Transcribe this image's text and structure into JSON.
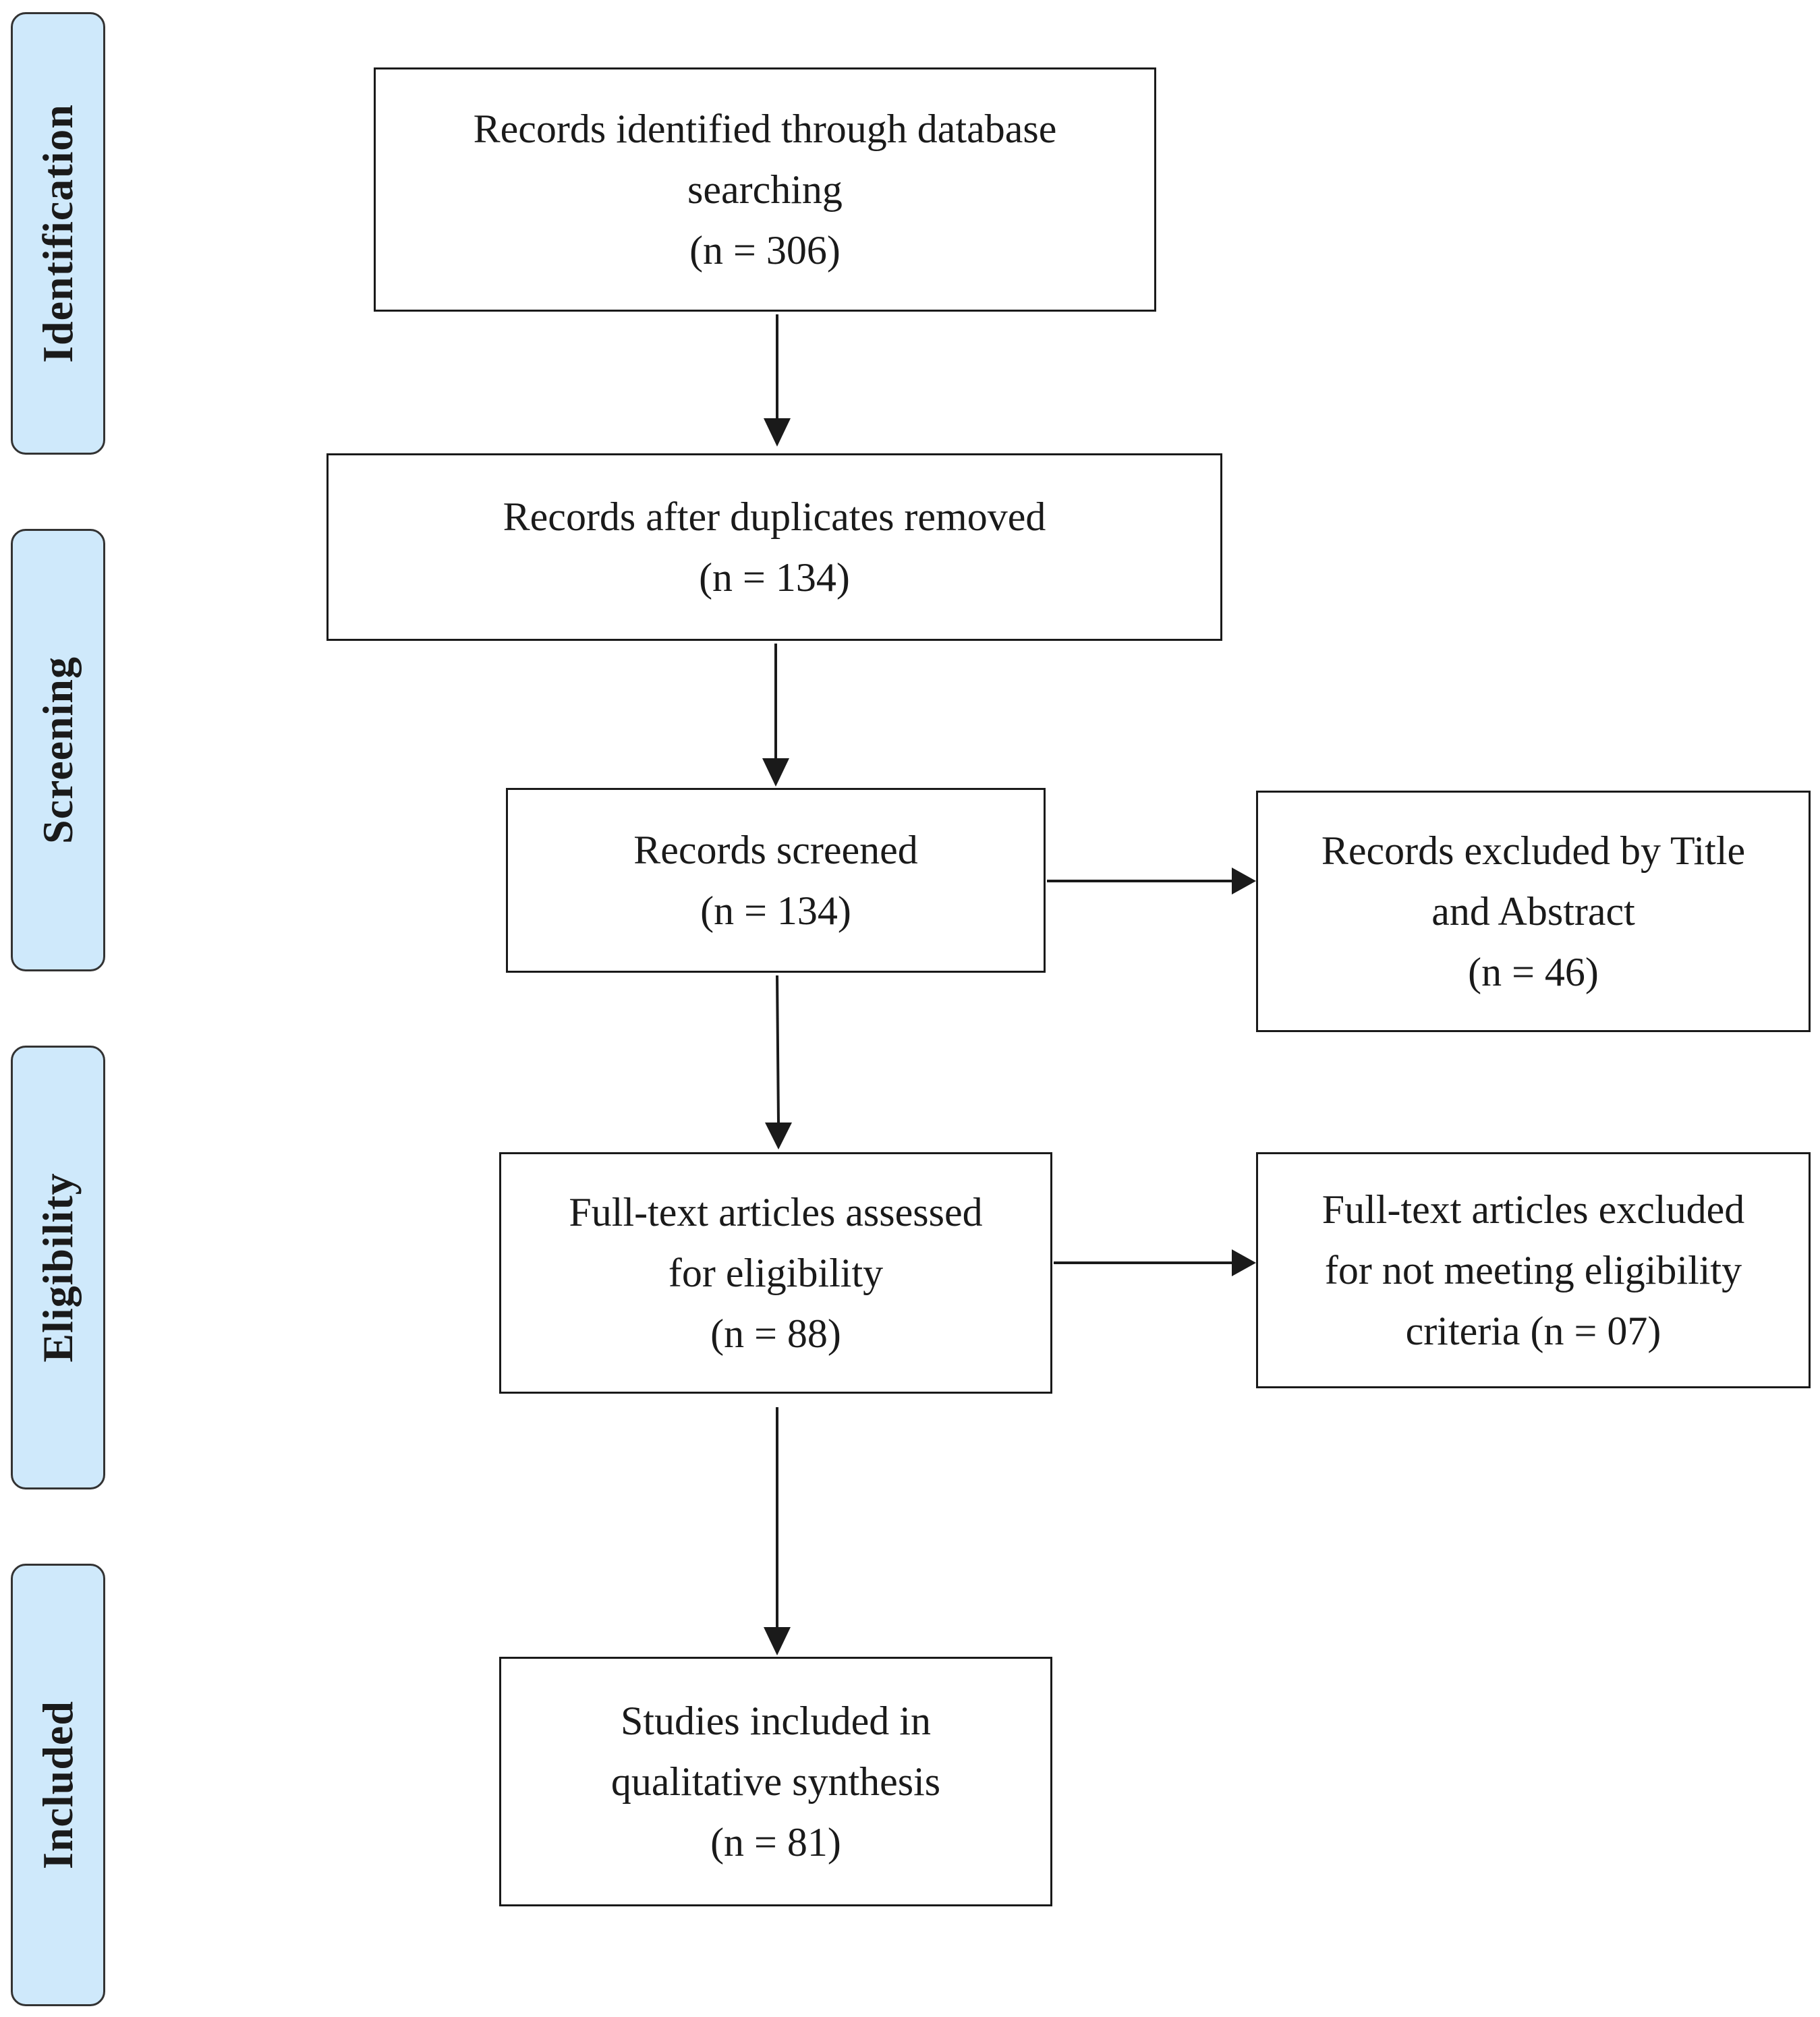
{
  "stages": {
    "identification": "Identification",
    "screening": "Screening",
    "eligibility": "Eligibility",
    "included": "Included"
  },
  "boxes": {
    "identified": "Records identified through database\nsearching\n(n = 306)",
    "after_duplicates": "Records after duplicates removed\n(n = 134)",
    "screened": "Records screened\n(n = 134)",
    "excluded_title_abstract": "Records excluded by Title\nand Abstract\n(n = 46)",
    "fulltext_assessed": "Full-text articles assessed\nfor eligibility\n(n = 88)",
    "fulltext_excluded": "Full-text articles excluded\nfor not meeting eligibility\ncriteria (n = 07)",
    "included_studies": "Studies included in\nqualitative synthesis\n(n = 81)"
  },
  "colors": {
    "stage_fill": "#cfe9fb",
    "stroke": "#1a1a1a"
  }
}
